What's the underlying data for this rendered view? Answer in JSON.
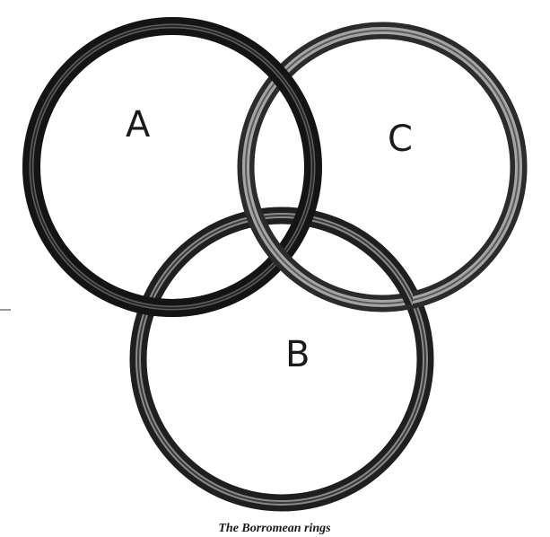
{
  "diagram": {
    "caption": "The Borromean rings",
    "rings": [
      {
        "id": "A",
        "label": "A",
        "stroke": "#2a2a2a",
        "highlight": "#6b6b6b"
      },
      {
        "id": "C",
        "label": "C",
        "stroke": "#4a4a4a",
        "highlight": "#9a9a9a"
      },
      {
        "id": "B",
        "label": "B",
        "stroke": "#3a3a3a",
        "highlight": "#858585"
      }
    ],
    "colors": {
      "background": "#ffffff",
      "ink": "#1a1a1a",
      "margin_tick": "#555555"
    }
  }
}
